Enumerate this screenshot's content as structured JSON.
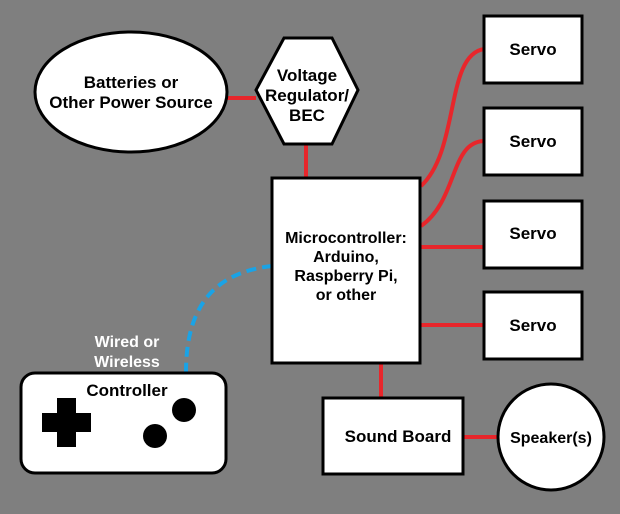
{
  "nodes": {
    "power": {
      "label_line1": "Batteries or",
      "label_line2": "Other Power Source"
    },
    "regulator": {
      "label_line1": "Voltage",
      "label_line2": "Regulator/",
      "label_line3": "BEC"
    },
    "micro": {
      "label_line1": "Microcontroller:",
      "label_line2": "Arduino,",
      "label_line3": "Raspberry Pi,",
      "label_line4": "or other"
    },
    "servo1": {
      "label": "Servo"
    },
    "servo2": {
      "label": "Servo"
    },
    "servo3": {
      "label": "Servo"
    },
    "servo4": {
      "label": "Servo"
    },
    "controller": {
      "label": "Controller"
    },
    "soundboard": {
      "label": "Sound Board"
    },
    "speaker": {
      "label": "Speaker(s)"
    }
  },
  "connection_note": {
    "line1": "Wired or",
    "line2": "Wireless"
  },
  "colors": {
    "background": "#7f7f7f",
    "wire": "#e8262b",
    "wireless_link": "#1aa3e6",
    "node_fill": "#ffffff",
    "node_stroke": "#000000"
  }
}
